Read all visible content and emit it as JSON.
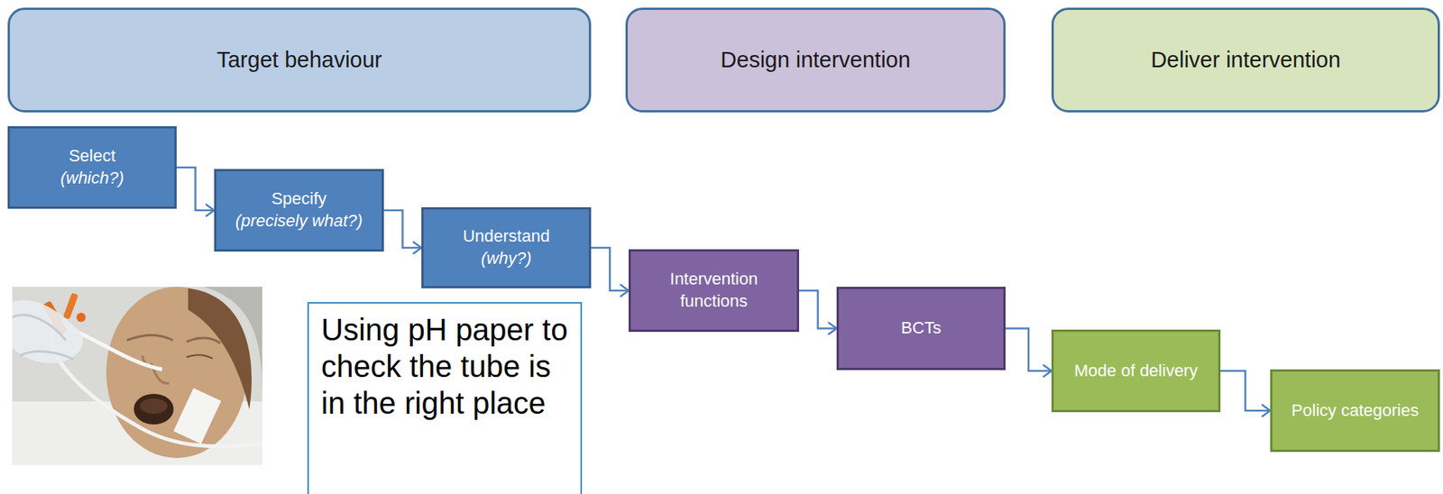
{
  "diagram": {
    "nodes": [
      {
        "text": [
          "Target behaviour"
        ]
      },
      {
        "text": [
          "Design intervention"
        ]
      },
      {
        "text": [
          "Deliver intervention"
        ]
      },
      {
        "text": [
          "Select",
          "(which?)"
        ]
      },
      {
        "text": [
          "Specify",
          "(precisely what?)"
        ]
      },
      {
        "text": [
          "Understand",
          "(why?)"
        ]
      },
      {
        "text": [
          "Intervention functions"
        ]
      },
      {
        "text": [
          "BCTs"
        ]
      },
      {
        "text": [
          "Mode of delivery"
        ]
      },
      {
        "text": [
          "Policy categories"
        ]
      },
      {
        "text": [
          "Using pH paper to check the tube is in the right place"
        ]
      }
    ],
    "edges": [
      {
        "from": 3,
        "to": 4,
        "arrow": "to"
      },
      {
        "from": 4,
        "to": 5,
        "arrow": "to"
      },
      {
        "from": 5,
        "to": 6,
        "arrow": "to"
      },
      {
        "from": 6,
        "to": 7,
        "arrow": "to"
      },
      {
        "from": 7,
        "to": 8,
        "arrow": "to"
      },
      {
        "from": 8,
        "to": 9,
        "arrow": "to"
      }
    ]
  }
}
